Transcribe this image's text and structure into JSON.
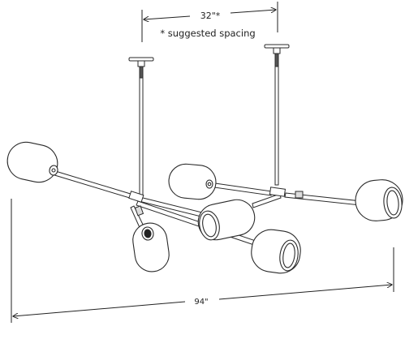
{
  "dimensions": {
    "top_width_label": "32\"*",
    "spacing_note": "* suggested spacing",
    "overall_width_label": "94\""
  },
  "colors": {
    "line": "#2a2a2a",
    "fill": "#ffffff"
  }
}
